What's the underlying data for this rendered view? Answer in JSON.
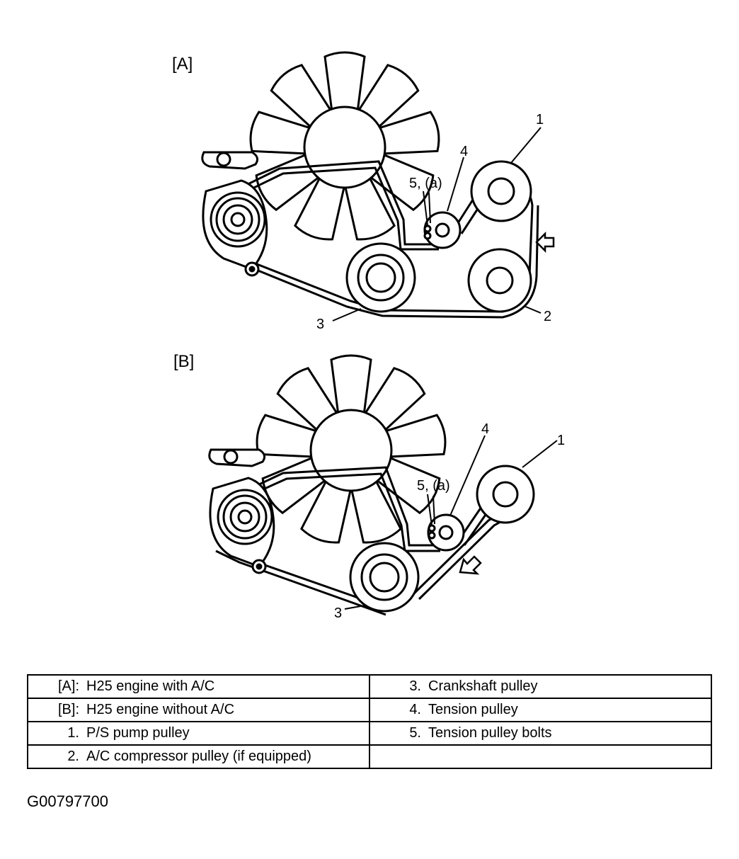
{
  "diagrams": [
    {
      "id": "A",
      "title": "[A]",
      "callouts": {
        "c1": "1",
        "c2": "2",
        "c3": "3",
        "c4": "4",
        "c5": "5, (a)"
      }
    },
    {
      "id": "B",
      "title": "[B]",
      "callouts": {
        "c1": "1",
        "c3": "3",
        "c4": "4",
        "c5": "5, (a)"
      }
    }
  ],
  "legend": {
    "rows": [
      {
        "left": {
          "key": "[A]:",
          "text": "H25 engine with A/C"
        },
        "right": {
          "key": "3.",
          "text": "Crankshaft pulley"
        }
      },
      {
        "left": {
          "key": "[B]:",
          "text": "H25 engine without A/C"
        },
        "right": {
          "key": "4.",
          "text": "Tension pulley"
        }
      },
      {
        "left": {
          "key": "1.",
          "text": "P/S pump pulley"
        },
        "right": {
          "key": "5.",
          "text": "Tension pulley bolts"
        }
      },
      {
        "left": {
          "key": "2.",
          "text": "A/C compressor pulley (if equipped)"
        },
        "right": {
          "key": "",
          "text": ""
        }
      }
    ]
  },
  "figure_id": "G00797700",
  "icons": [
    "arrow-icon"
  ]
}
